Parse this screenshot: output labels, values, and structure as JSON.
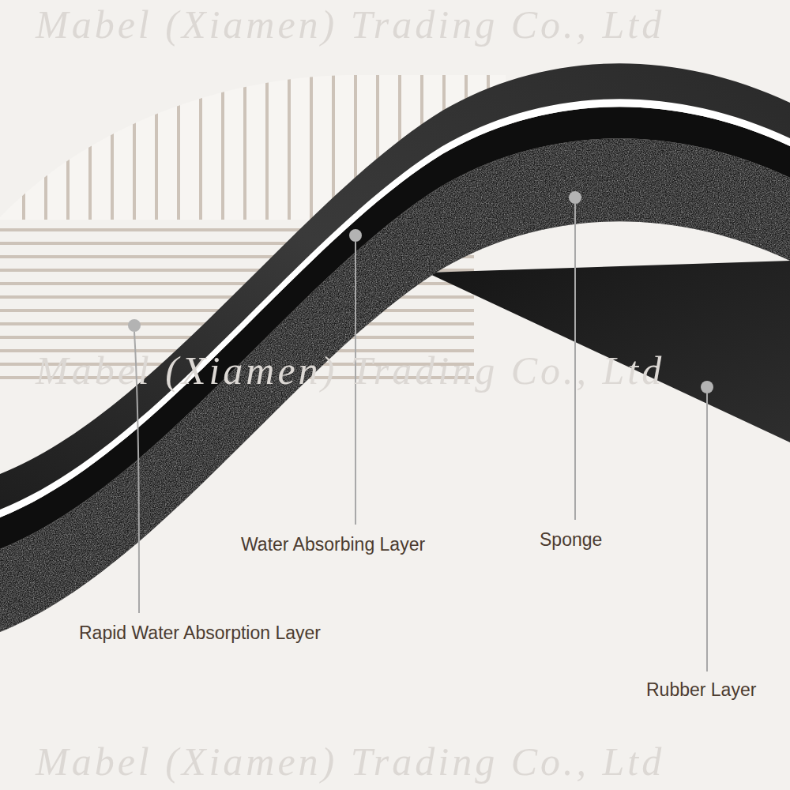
{
  "diagram": {
    "labels": [
      "Mabel (Xiamen) Trading Co., Ltd",
      "Mabel (Xiamen) Trading Co., Ltd",
      "Water Absorbing Layer",
      "Sponge",
      "Rapid Water Absorption Layer",
      "Rubber Layer",
      "Mabel (Xiamen) Trading Co., Ltd"
    ]
  }
}
